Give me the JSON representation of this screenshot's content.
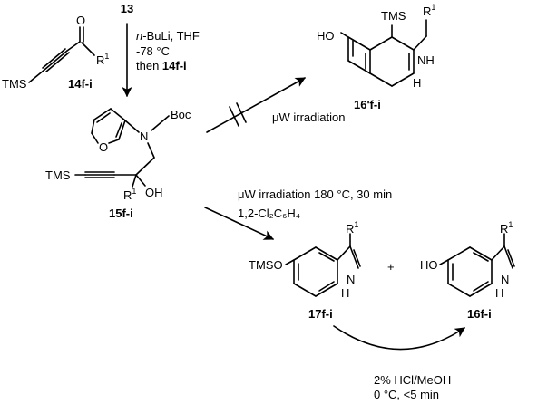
{
  "compounds": {
    "start": "13",
    "ynone": "14f-i",
    "amino_alcohol": "15f-i",
    "blocked_product": "16'f-i",
    "tms_ether": "17f-i",
    "hydroxyindole": "16f-i"
  },
  "conditions": {
    "step1_line1_prefix": "n",
    "step1_line1_rest": "-BuLi, THF",
    "step1_line2": "-78 °C",
    "step1_line3_prefix": "then ",
    "step1_line3_cpd": "14f-i",
    "blocked_step": "μW irradiation",
    "main_step_line1": "μW irradiation 180 °C, 30 min",
    "main_step_line2": "1,2-Cl₂C₆H₄",
    "deprotection_line1": "2% HCl/MeOH",
    "deprotection_line2": "0 °C, <5 min"
  },
  "labels": {
    "tms": "TMS",
    "tmso": "TMSO",
    "ho": "HO",
    "o": "O",
    "r": "R",
    "sup_one": "1",
    "n": "N",
    "h": "H",
    "nh": "NH",
    "boc": "Boc",
    "oh": "OH",
    "plus": "+"
  }
}
